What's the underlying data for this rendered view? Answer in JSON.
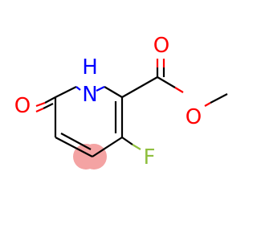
{
  "molecule": {
    "atoms": {
      "n_label": "H\nN",
      "n_h": "H",
      "n_n": "N",
      "o_keto": "O",
      "o_carbonyl": "O",
      "o_ester": "O",
      "f": "F"
    },
    "highlight_color": "#f4a3a3",
    "colors": {
      "oxygen": "#ff0000",
      "nitrogen": "#0000ff",
      "fluorine": "#8fbf3f",
      "carbon": "#000000"
    }
  }
}
